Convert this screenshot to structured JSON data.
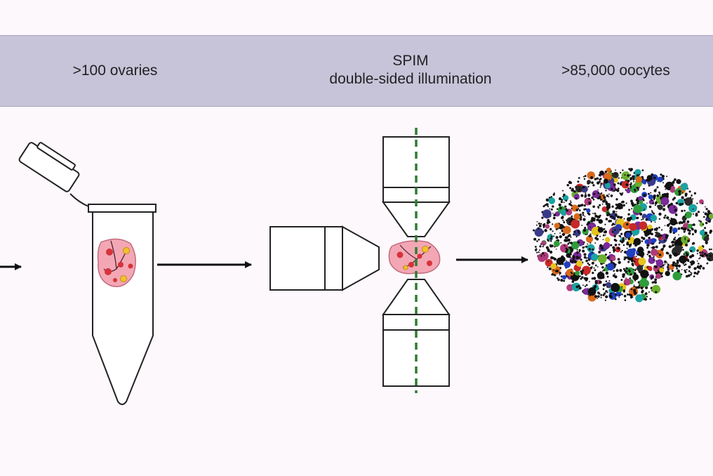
{
  "header": {
    "step1_label": ">100 ovaries",
    "step2_title": "SPIM",
    "step2_subtitle": "double-sided illumination",
    "step3_label": ">85,000 oocytes"
  },
  "colors": {
    "banner": "#c7c3d9",
    "background": "#fcf8fc",
    "light_sheet": "#2e7d32",
    "ovary_tissue": "#f3a7b4",
    "follicle_red": "#d6333a",
    "follicle_yellow": "#f2c12e"
  },
  "icons": [
    "tube-icon",
    "ovary-icon",
    "objective-lens-icon",
    "oocyte-cloud-icon",
    "arrow-icon"
  ]
}
